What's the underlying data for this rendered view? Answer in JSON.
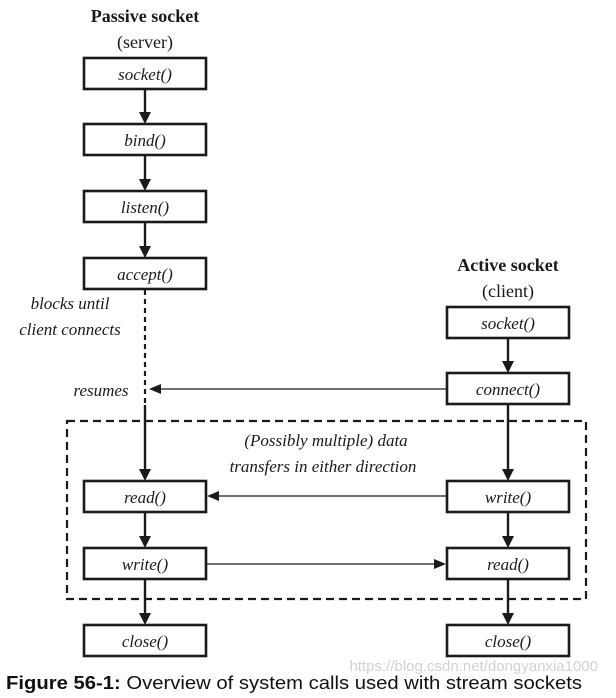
{
  "server": {
    "title": "Passive socket",
    "subtitle": "(server)",
    "calls": [
      "socket()",
      "bind()",
      "listen()",
      "accept()",
      "read()",
      "write()",
      "close()"
    ]
  },
  "client": {
    "title": "Active socket",
    "subtitle": "(client)",
    "calls": [
      "socket()",
      "connect()",
      "write()",
      "read()",
      "close()"
    ]
  },
  "notes": {
    "blocks_line1": "blocks until",
    "blocks_line2": "client connects",
    "resumes": "resumes",
    "transfer_line1": "(Possibly multiple) data",
    "transfer_line2": "transfers in either direction"
  },
  "caption": {
    "label": "Figure 56-1:",
    "text": " Overview of system calls used with stream sockets"
  },
  "watermark": "https://blog.csdn.net/dongyanxia1000"
}
